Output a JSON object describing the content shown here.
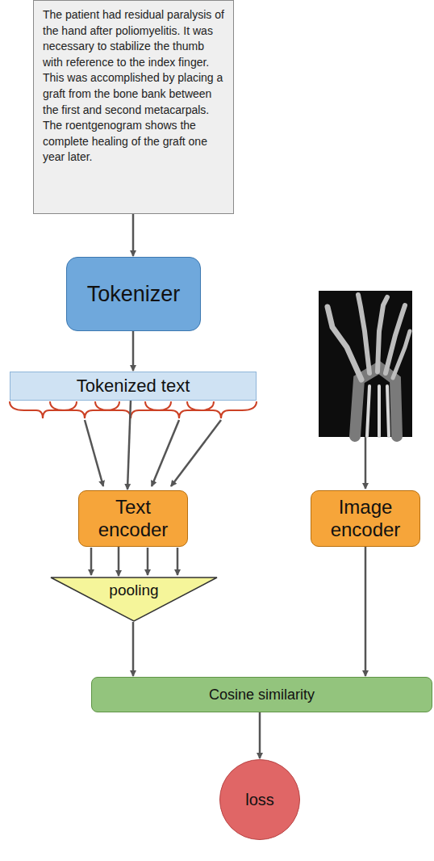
{
  "diagram": {
    "nodes": [
      {
        "text": [
          "The patient had residual paralysis of the hand after poliomyelitis. It was necessary to stabilize the thumb with reference to the index finger. This was accomplished by placing a graft from the bone bank between the first and second metacarpals. The roentgenogram shows the complete healing of the graft one year later."
        ]
      },
      {
        "text": [
          "Tokenizer"
        ]
      },
      {
        "text": [
          "Tokenized text"
        ]
      },
      {
        "text": [
          "Text encoder"
        ]
      },
      {
        "text": [
          "pooling"
        ]
      },
      {
        "text": [
          "Image encoder"
        ]
      },
      {
        "text": [
          "Cosine similarity"
        ]
      },
      {
        "text": [
          "loss"
        ]
      }
    ],
    "edges": [
      {
        "from": 0,
        "to": 1,
        "arrow": "to"
      },
      {
        "from": 1,
        "to": 2,
        "arrow": "to"
      },
      {
        "from": 2,
        "to": 3,
        "arrow": "to"
      },
      {
        "from": 3,
        "to": 4,
        "arrow": "to"
      },
      {
        "from": 4,
        "to": 6,
        "arrow": "to"
      },
      {
        "from": 5,
        "to": 6,
        "arrow": "to"
      },
      {
        "from": 6,
        "to": 7,
        "arrow": "to"
      }
    ]
  }
}
